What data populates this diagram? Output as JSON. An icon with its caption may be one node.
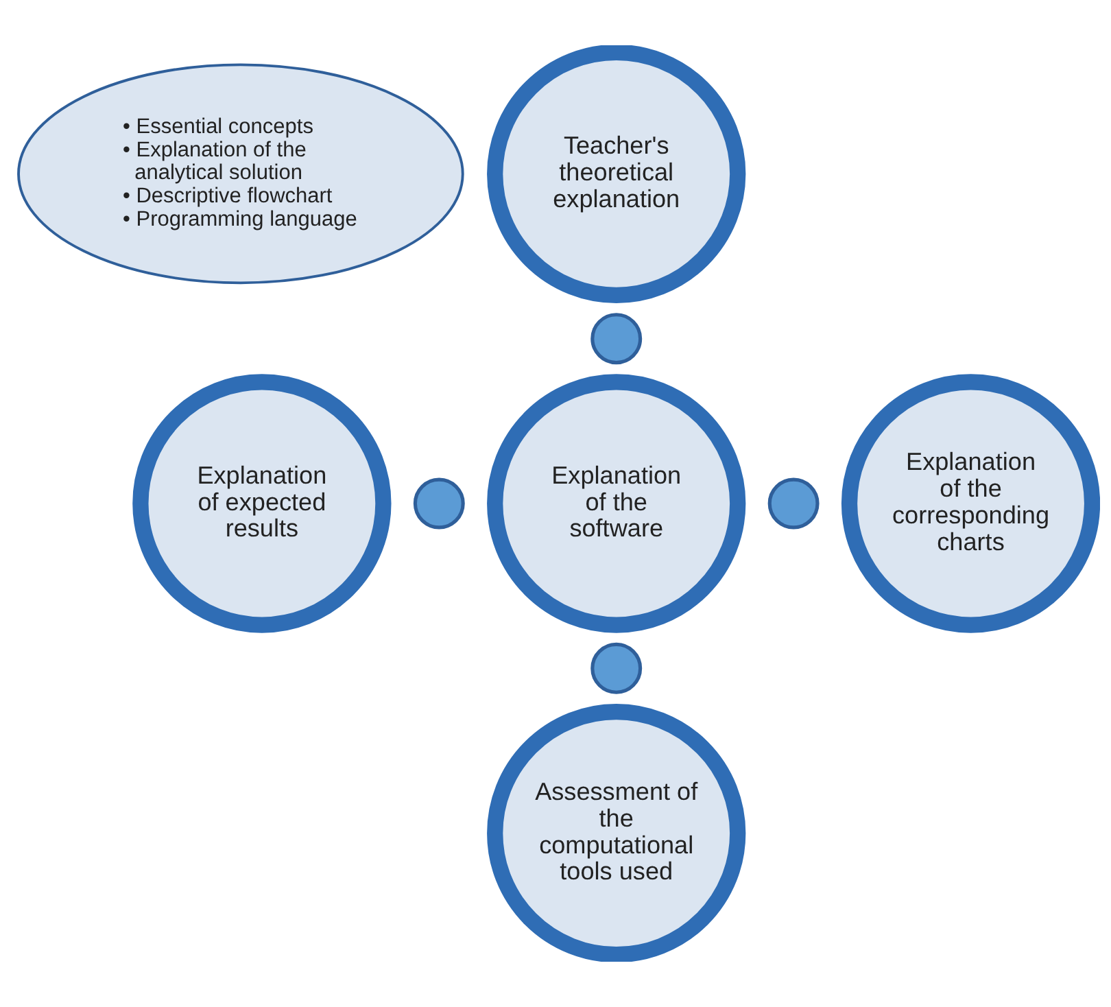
{
  "diagram": {
    "nodes": [
      {
        "text": [
          "• Essential concepts",
          "• Explanation of the analytical solution",
          "• Descriptive flowchart",
          "• Programming language"
        ]
      },
      {
        "text": [
          "Teacher's theoretical explanation"
        ]
      },
      {
        "text": [],
        "shape": "circle"
      },
      {
        "text": [
          "Explanation of expected results"
        ]
      },
      {
        "text": [],
        "shape": "circle"
      },
      {
        "text": [
          "Explanation of the software"
        ]
      },
      {
        "text": [],
        "shape": "circle"
      },
      {
        "text": [
          "Explanation of the corresponding charts"
        ]
      },
      {
        "text": [],
        "shape": "circle"
      },
      {
        "text": [
          "Assessment of the computational tools used"
        ]
      }
    ],
    "edges": []
  }
}
